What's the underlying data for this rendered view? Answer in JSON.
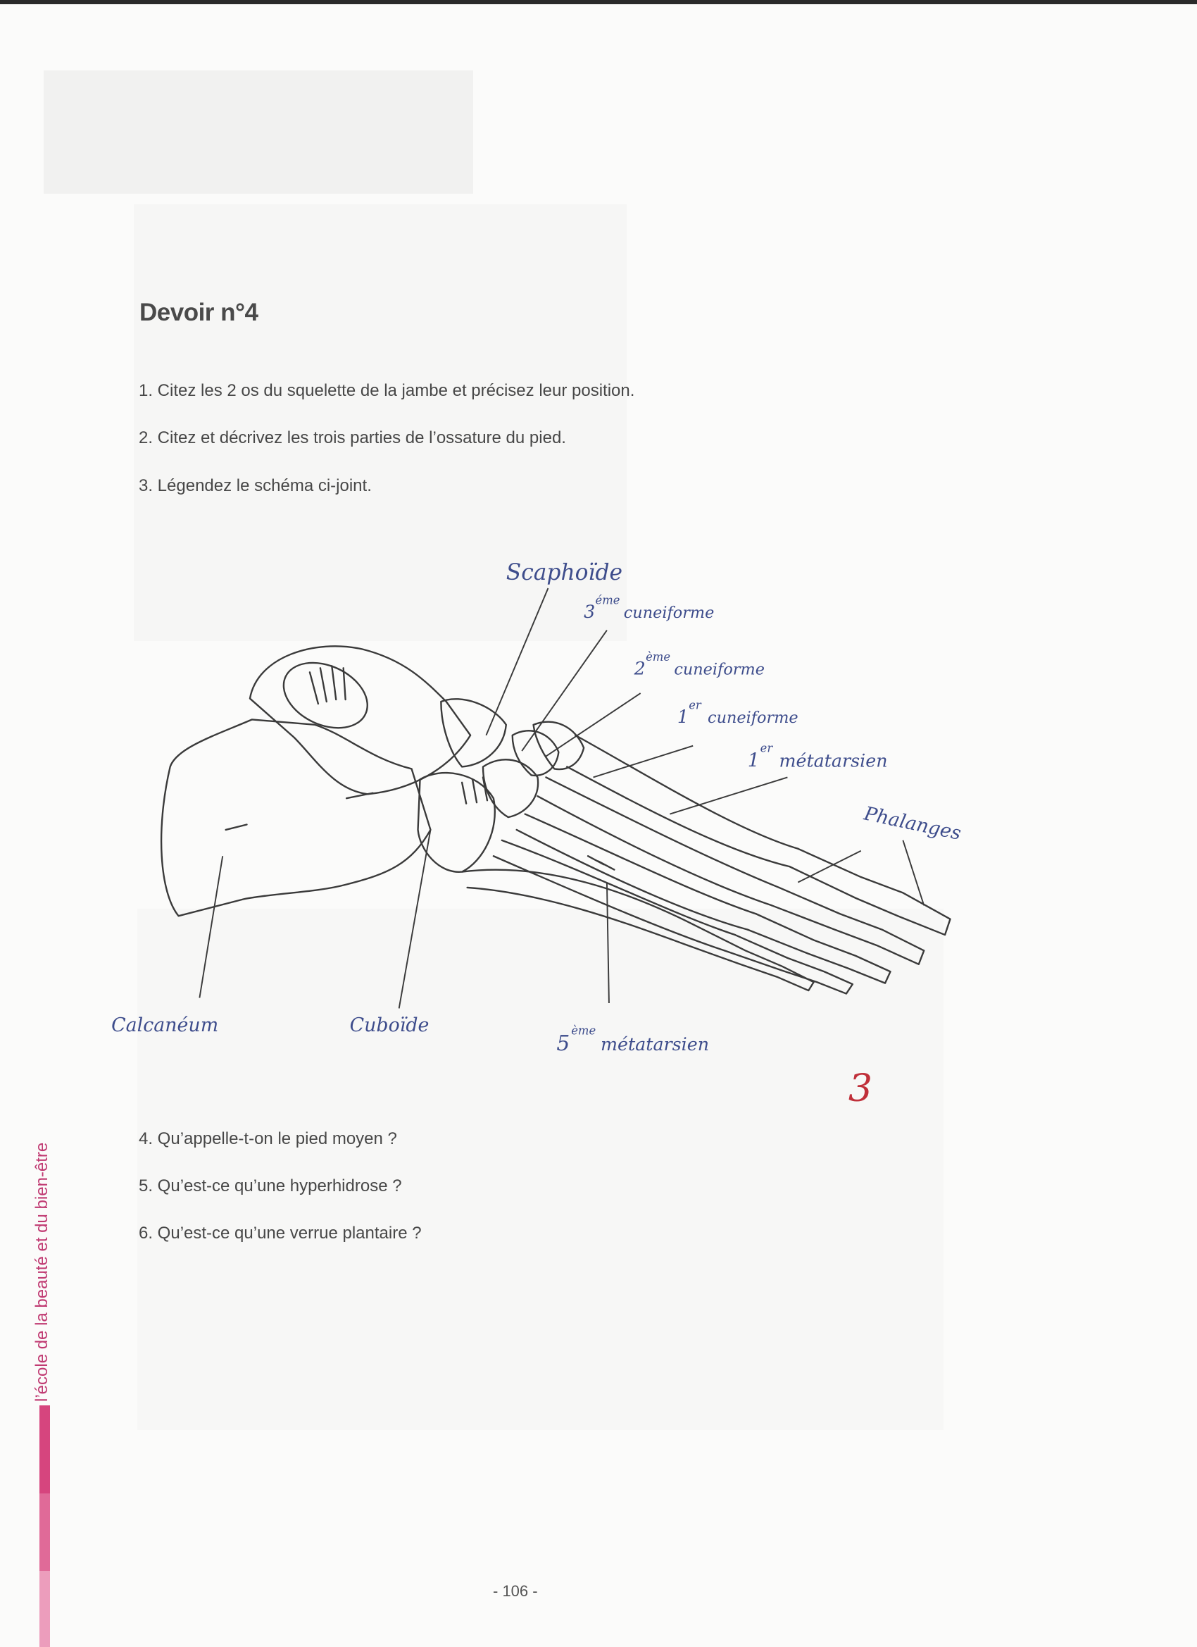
{
  "document": {
    "title": "Devoir n°4",
    "questions_top": [
      "1. Citez les 2 os du squelette de la jambe et précisez leur position.",
      "2. Citez et décrivez les trois parties de l’ossature du pied.",
      "3. Légendez le schéma ci-joint."
    ],
    "questions_bottom": [
      "4. Qu’appelle-t-on le pied moyen ?",
      "5. Qu’est-ce qu’une hyperhidrose ?",
      "6. Qu’est-ce qu’une verrue plantaire ?"
    ],
    "side_label": "l’école de la beauté et du bien-être",
    "page_number": "- 106 -"
  },
  "diagram": {
    "labels": {
      "scaphoide": "Scaphoïde",
      "cuneiforme3_num": "3",
      "cuneiforme3_sup": "éme",
      "cuneiforme3": "cuneiforme",
      "cuneiforme2_num": "2",
      "cuneiforme2_sup": "ème",
      "cuneiforme2": "cuneiforme",
      "cuneiforme1_num": "1",
      "cuneiforme1_sup": "er",
      "cuneiforme1": "cuneiforme",
      "metatarsien1_num": "1",
      "metatarsien1_sup": "er",
      "metatarsien1": "métatarsien",
      "phalanges": "Phalanges",
      "calcaneum": "Calcanéum",
      "cuboide": "Cuboïde",
      "metatarsien5_num": "5",
      "metatarsien5_sup": "ème",
      "metatarsien5": "métatarsien"
    },
    "grade": "3"
  },
  "colors": {
    "ink_blue": "#3e4d8c",
    "grade_red": "#c0303a",
    "brand_pink": "#d6457e"
  }
}
